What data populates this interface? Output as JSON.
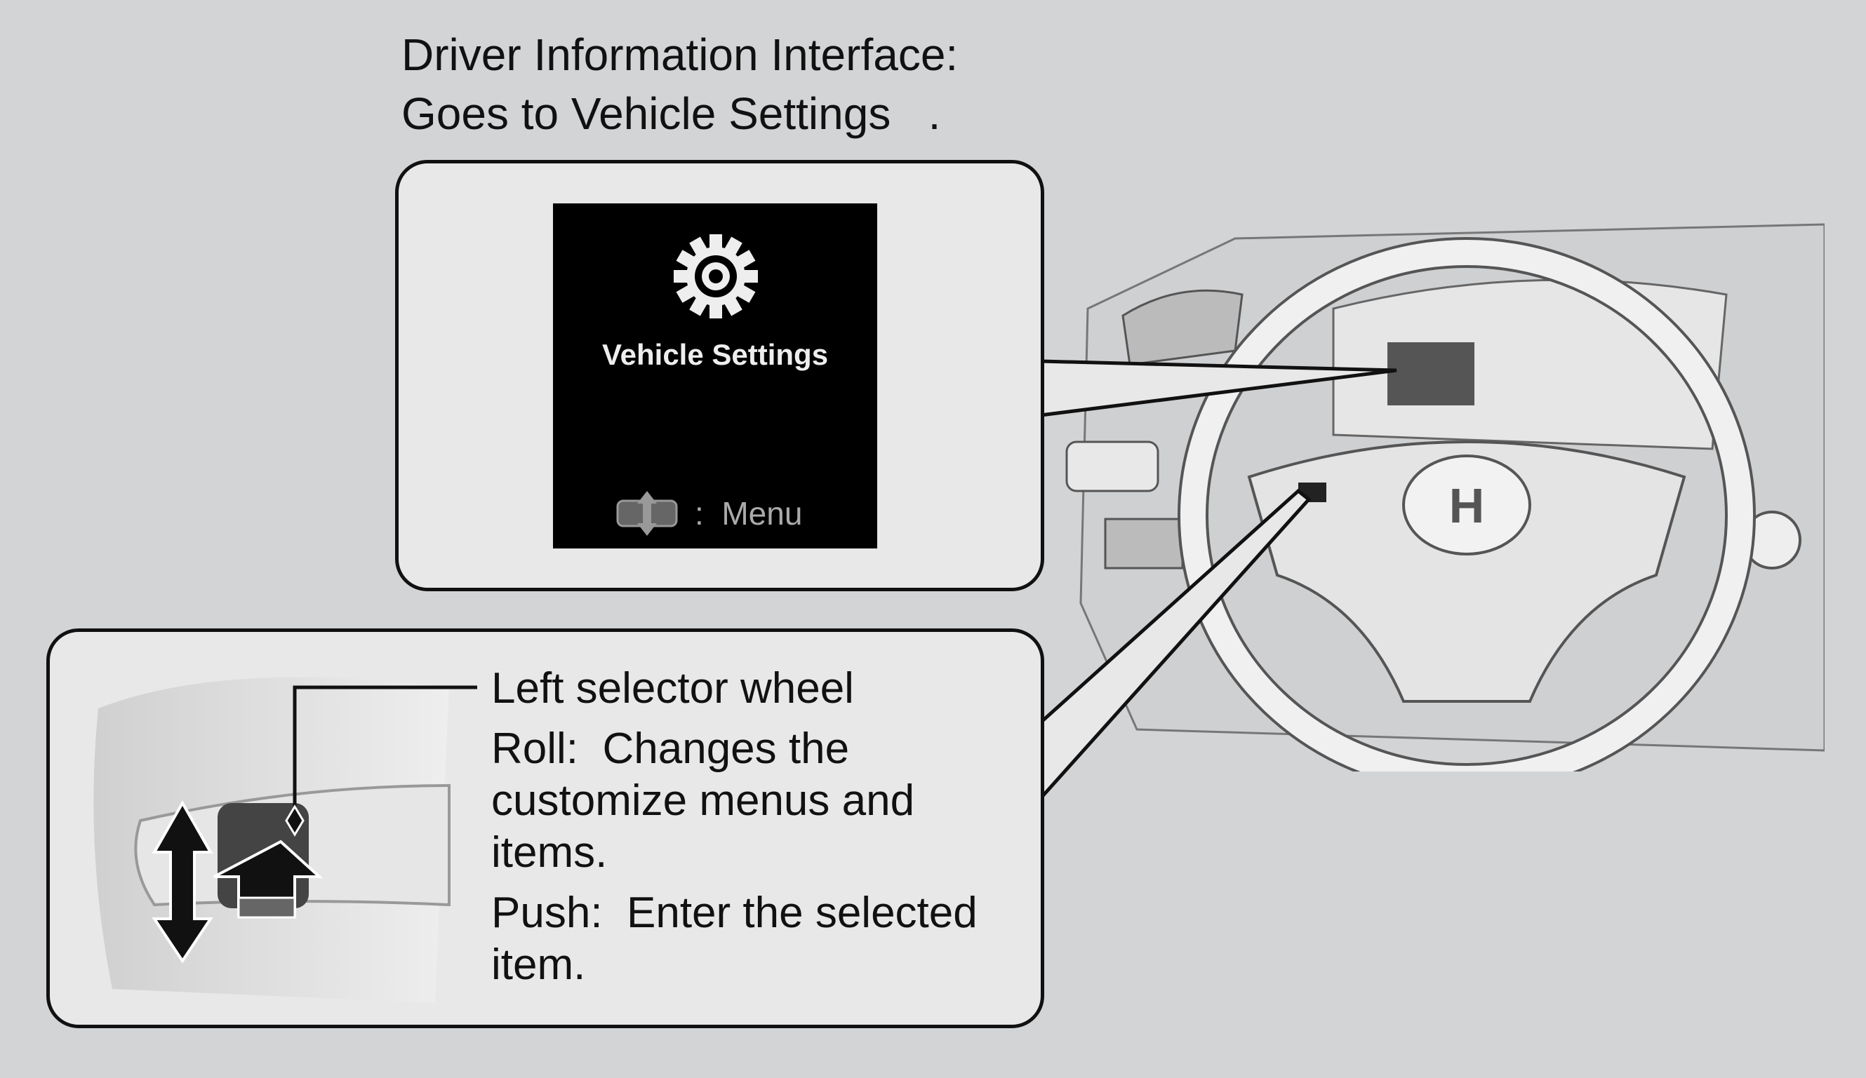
{
  "title": {
    "line1": "Driver Information Interface:",
    "line2": "Goes to Vehicle Settings   ."
  },
  "screen": {
    "icon": "gear-icon",
    "label": "Vehicle Settings",
    "hint_icon": "selector-wheel-icon",
    "hint_text": ":  Menu"
  },
  "wheel_callout": {
    "name": "Left selector wheel",
    "roll": "Roll:  Changes the customize menus and items.",
    "push": "Push:  Enter the selected item."
  },
  "colors": {
    "background": "#d3d4d6",
    "callout": "#e8e8e8",
    "screen": "#000000"
  }
}
